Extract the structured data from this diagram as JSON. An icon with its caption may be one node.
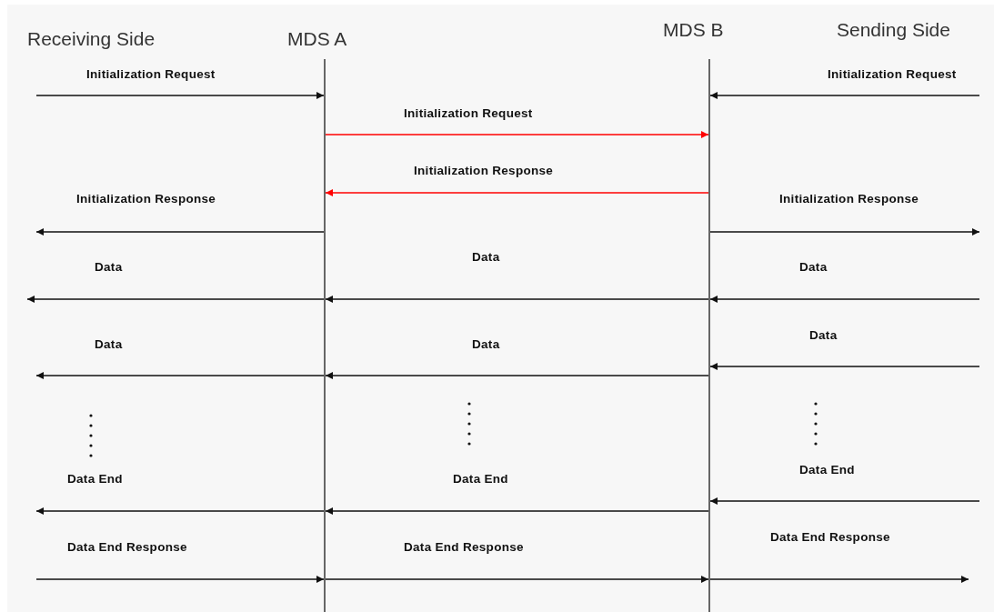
{
  "diagram": {
    "nodes": [
      {
        "text": [
          "Receiving Side"
        ]
      },
      {
        "text": [
          "MDS A"
        ]
      },
      {
        "text": [],
        "shape": "bar"
      },
      {
        "text": [
          "MDS B"
        ]
      },
      {
        "text": [],
        "shape": "bar"
      },
      {
        "text": [
          "Sending Side"
        ]
      }
    ],
    "edges": [
      {
        "from": null,
        "to": 2,
        "arrow": "to",
        "label": "Initialization Request"
      },
      {
        "from": 2,
        "to": null,
        "arrow": "to",
        "label": "Initialization Response"
      },
      {
        "from": 2,
        "to": null,
        "arrow": "to",
        "label": "Data"
      },
      {
        "from": 2,
        "to": null,
        "arrow": "to",
        "label": "Data"
      },
      {
        "from": 2,
        "to": null,
        "arrow": "to",
        "label": "Data End"
      },
      {
        "from": null,
        "to": 2,
        "arrow": "to",
        "label": "Data End Response"
      },
      {
        "from": 2,
        "to": 4,
        "arrow": "to",
        "label": "Initialization Request",
        "color": "#ff0000"
      },
      {
        "from": 4,
        "to": 2,
        "arrow": "to",
        "label": "Initialization Response",
        "color": "#ff0000"
      },
      {
        "from": 4,
        "to": 2,
        "arrow": "to",
        "label": "Data"
      },
      {
        "from": 4,
        "to": 2,
        "arrow": "to",
        "label": "Data"
      },
      {
        "from": 4,
        "to": 2,
        "arrow": "to",
        "label": "Data End"
      },
      {
        "from": 2,
        "to": 4,
        "arrow": "to",
        "label": "Data End Response"
      },
      {
        "from": null,
        "to": 4,
        "arrow": "to",
        "label": "Initialization Request"
      },
      {
        "from": 4,
        "to": null,
        "arrow": "to",
        "label": "Initialization Response"
      },
      {
        "from": null,
        "to": 4,
        "arrow": "to",
        "label": "Data"
      },
      {
        "from": null,
        "to": 4,
        "arrow": "to",
        "label": "Data"
      },
      {
        "from": null,
        "to": 4,
        "arrow": "to",
        "label": "Data End"
      },
      {
        "from": 4,
        "to": null,
        "arrow": "to",
        "label": "Data End Response"
      }
    ]
  }
}
